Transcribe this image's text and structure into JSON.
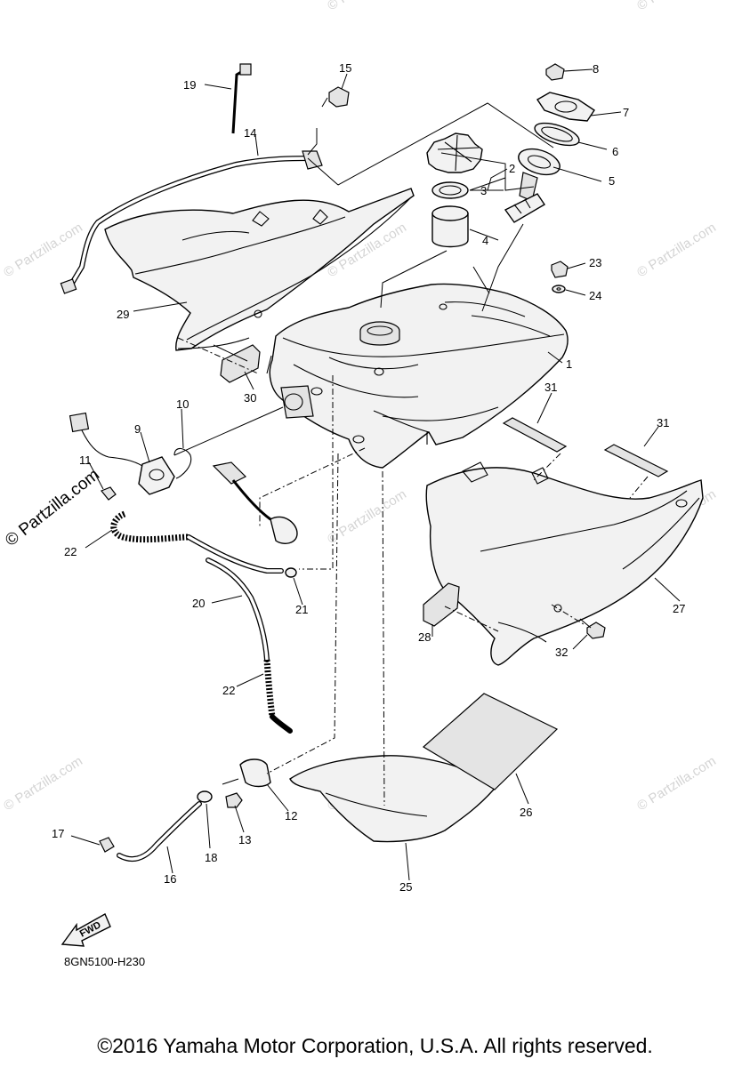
{
  "diagram": {
    "diagram_code": "8GN5100-H230",
    "fwd_label": "FWD",
    "copyright": "©2016 Yamaha Motor Corporation, U.S.A. All rights reserved.",
    "watermark_text": "© Partzilla.com",
    "callouts": [
      "1",
      "2",
      "3",
      "4",
      "5",
      "6",
      "7",
      "8",
      "9",
      "10",
      "11",
      "12",
      "13",
      "14",
      "15",
      "16",
      "17",
      "18",
      "19",
      "20",
      "21",
      "22",
      "22",
      "23",
      "24",
      "25",
      "26",
      "27",
      "28",
      "29",
      "30",
      "31",
      "31",
      "32"
    ]
  }
}
